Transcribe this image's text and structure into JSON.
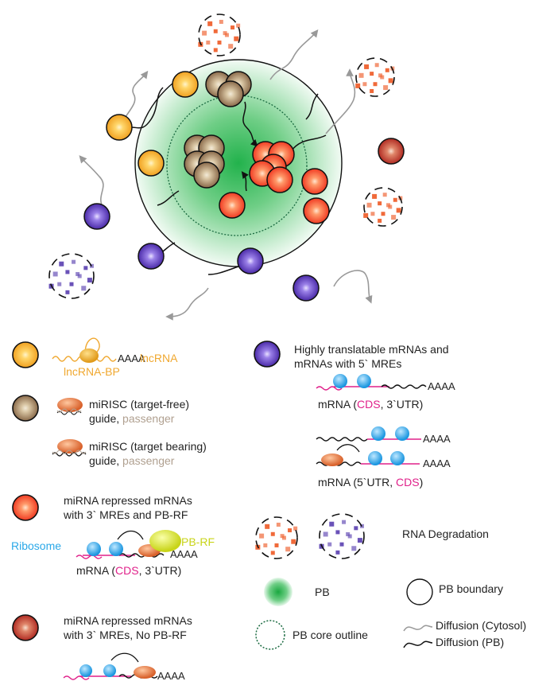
{
  "legend": {
    "lncrna": {
      "label": "lncRNA",
      "bp_label": "lncRNA-BP",
      "polya": "AAAA",
      "color": "#f0a830"
    },
    "mirisc_free": {
      "title": "miRISC (target-free)",
      "guide": "guide",
      "sep": ", ",
      "passenger": "passenger",
      "color": "#a08060"
    },
    "mirisc_bound": {
      "title": "miRISC (target bearing)",
      "guide": "guide",
      "sep": ", ",
      "passenger": "passenger"
    },
    "repressed_pbrf": {
      "line1": "miRNA repressed mRNAs",
      "line2": "with 3` MREs and PB-RF",
      "ribosome": "Ribosome",
      "pbrf": "PB-RF",
      "polya": "AAAA",
      "mrna_pre": "mRNA (",
      "cds": "CDS",
      "mrna_post": ", 3`UTR)",
      "color": "#ff4a30"
    },
    "repressed_nopbrf": {
      "line1": "miRNA repressed mRNAs",
      "line2": "with 3` MREs, No PB-RF",
      "polya": "AAAA",
      "color": "#c03a30"
    },
    "translatable": {
      "line1": "Highly translatable mRNAs and",
      "line2": "mRNAs with 5` MREs",
      "polya": "AAAA",
      "mrna1_pre": "mRNA (",
      "mrna1_cds": "CDS",
      "mrna1_post": ", 3`UTR)",
      "mrna2_pre": "mRNA (5`UTR, ",
      "mrna2_cds": "CDS",
      "mrna2_post": ")",
      "color": "#5530b0"
    },
    "degradation": {
      "label": "RNA Degradation"
    },
    "pb": {
      "label": "PB"
    },
    "pb_boundary": {
      "label": "PB boundary"
    },
    "pb_core": {
      "label": "PB core outline"
    },
    "diffusion_cytosol": {
      "label": "Diffusion (Cytosol)"
    },
    "diffusion_pb": {
      "label": "Diffusion (PB)"
    }
  },
  "colors": {
    "pb_green": "#22b24c",
    "cds_magenta": "#e0208a",
    "ribosome_blue": "#2aa8e8",
    "pbrf_yellow": "#d8e020",
    "argonaute_orange": "#e07030",
    "degradation_orange": "#f06a3a",
    "degradation_purple": "#6a52b8",
    "diffusion_cytosol": "#999999",
    "diffusion_pb": "#111111"
  }
}
